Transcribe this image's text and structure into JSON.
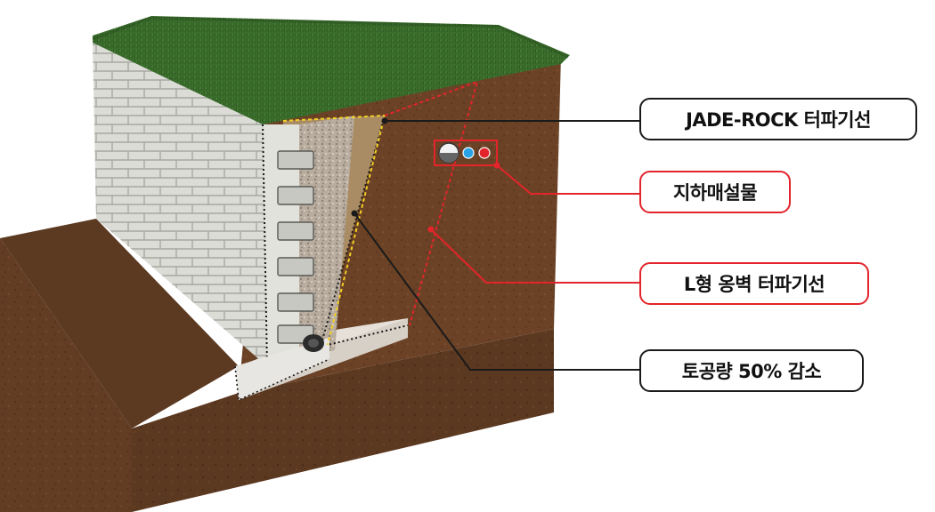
{
  "callouts": {
    "jade_rock": "JADE-ROCK 터파기선",
    "utilities": "지하매설물",
    "l_wall": "L형 옹벽 터파기선",
    "soil_reduction": "토공량 50% 감소"
  },
  "colors": {
    "grass": "#3a6b2c",
    "soil_front": "#6b4226",
    "soil_side": "#4e2f1b",
    "wall_stone": "#d9d9d4",
    "gravel": "#b8aea3",
    "backfill": "#a88a62",
    "line_black": "#1a1a1a",
    "line_red": "#e3242b",
    "line_yellow": "#f2d024",
    "pipe_blue": "#2aa3e6",
    "pipe_red": "#e3242b"
  },
  "icons": [
    "pipe-gray-icon",
    "pipe-blue-icon",
    "pipe-red-icon",
    "drain-pipe-icon"
  ]
}
